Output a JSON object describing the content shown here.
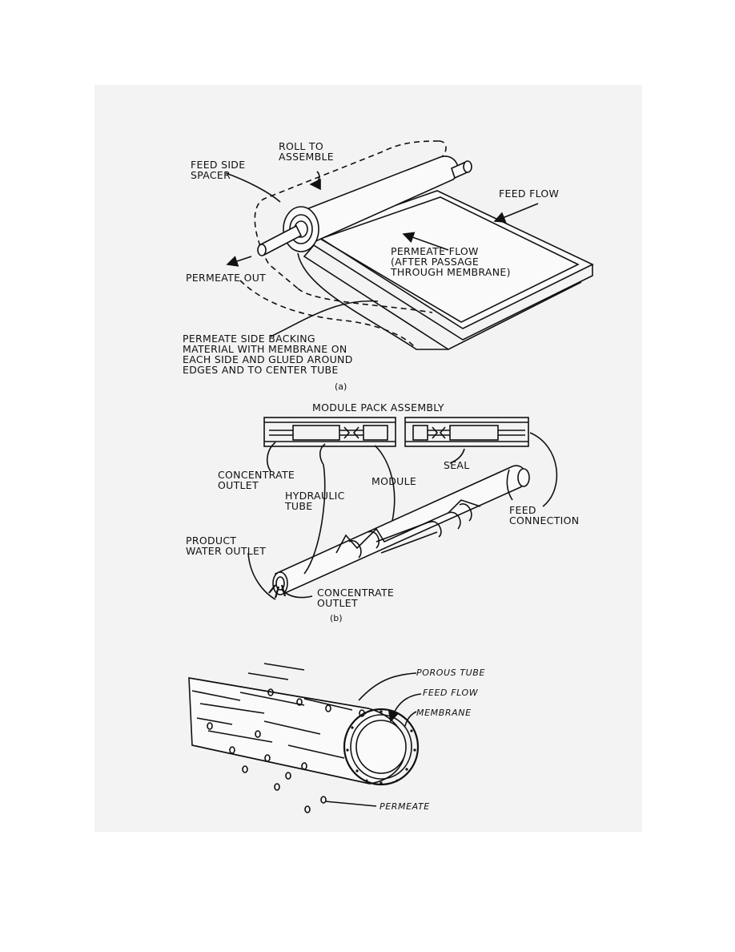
{
  "figure_a": {
    "caption": "(a)",
    "labels": {
      "roll_to_assemble_1": "ROLL TO",
      "roll_to_assemble_2": "ASSEMBLE",
      "feed_side_spacer_1": "FEED SIDE",
      "feed_side_spacer_2": "SPACER",
      "feed_flow": "FEED FLOW",
      "permeate_flow_1": "PERMEATE FLOW",
      "permeate_flow_2": "(AFTER PASSAGE",
      "permeate_flow_3": "THROUGH MEMBRANE)",
      "permeate_out": "PERMEATE OUT",
      "backing_1": "PERMEATE SIDE BACKING",
      "backing_2": "MATERIAL WITH MEMBRANE ON",
      "backing_3": "EACH SIDE AND GLUED AROUND",
      "backing_4": "EDGES AND TO CENTER TUBE"
    }
  },
  "figure_b": {
    "caption": "(b)",
    "labels": {
      "module_pack_assembly": "MODULE PACK ASSEMBLY",
      "concentrate_outlet_top_1": "CONCENTRATE",
      "concentrate_outlet_top_2": "OUTLET",
      "seal": "SEAL",
      "hydraulic_tube_1": "HYDRAULIC",
      "hydraulic_tube_2": "TUBE",
      "module": "MODULE",
      "feed_connection_1": "FEED",
      "feed_connection_2": "CONNECTION",
      "product_water_outlet_1": "PRODUCT",
      "product_water_outlet_2": "WATER OUTLET",
      "concentrate_outlet_bottom_1": "CONCENTRATE",
      "concentrate_outlet_bottom_2": "OUTLET"
    }
  },
  "figure_c": {
    "labels": {
      "porous_tube": "POROUS TUBE",
      "feed_flow": "FEED FLOW",
      "membrane": "MEMBRANE",
      "permeate": "PERMEATE"
    }
  }
}
